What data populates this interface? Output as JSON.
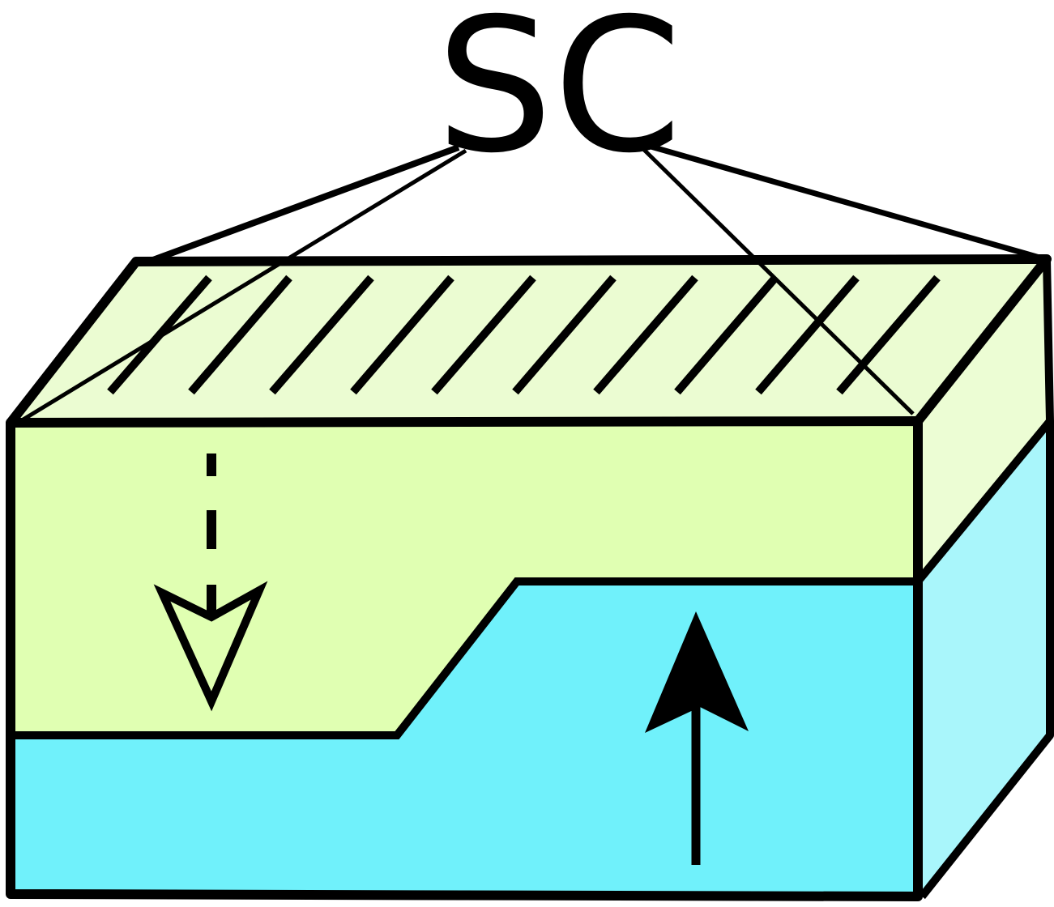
{
  "diagram": {
    "label": "SC",
    "colors": {
      "top_layer_front": "#e0ffb2",
      "top_layer_top": "#ebfcd2",
      "top_layer_side": "#ecfdd4",
      "bottom_layer_front": "#70f1fb",
      "bottom_layer_side": "#a9f6fb",
      "outline": "#000000"
    },
    "icons": {
      "dashed_arrow": "hollow-dashed-arrow-down",
      "solid_arrow": "solid-arrow-up"
    }
  }
}
